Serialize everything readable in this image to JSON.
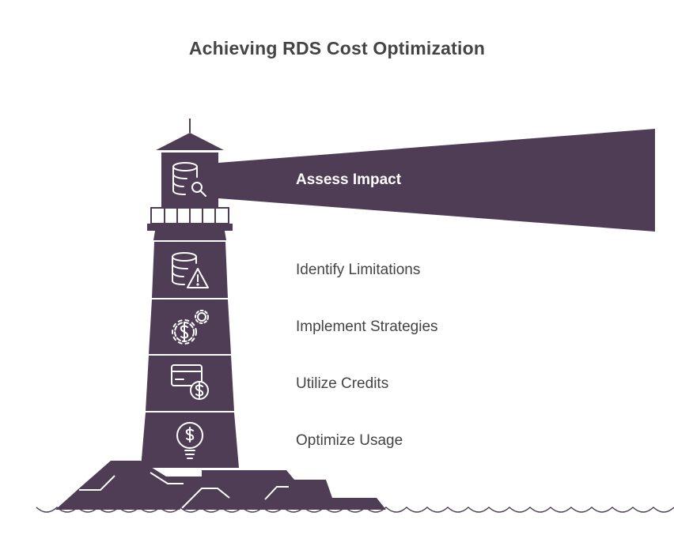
{
  "title": "Achieving RDS Cost Optimization",
  "levels": [
    {
      "label": "Assess Impact",
      "icon": "database-search-icon",
      "highlighted": true
    },
    {
      "label": "Identify Limitations",
      "icon": "database-warning-icon",
      "highlighted": false
    },
    {
      "label": "Implement Strategies",
      "icon": "gears-dollar-icon",
      "highlighted": false
    },
    {
      "label": "Utilize Credits",
      "icon": "credit-card-dollar-icon",
      "highlighted": false
    },
    {
      "label": "Optimize Usage",
      "icon": "lightbulb-dollar-icon",
      "highlighted": false
    }
  ],
  "colors": {
    "fill": "#4f3d56",
    "text": "#444444",
    "highlight_text": "#ffffff",
    "background": "#ffffff"
  }
}
